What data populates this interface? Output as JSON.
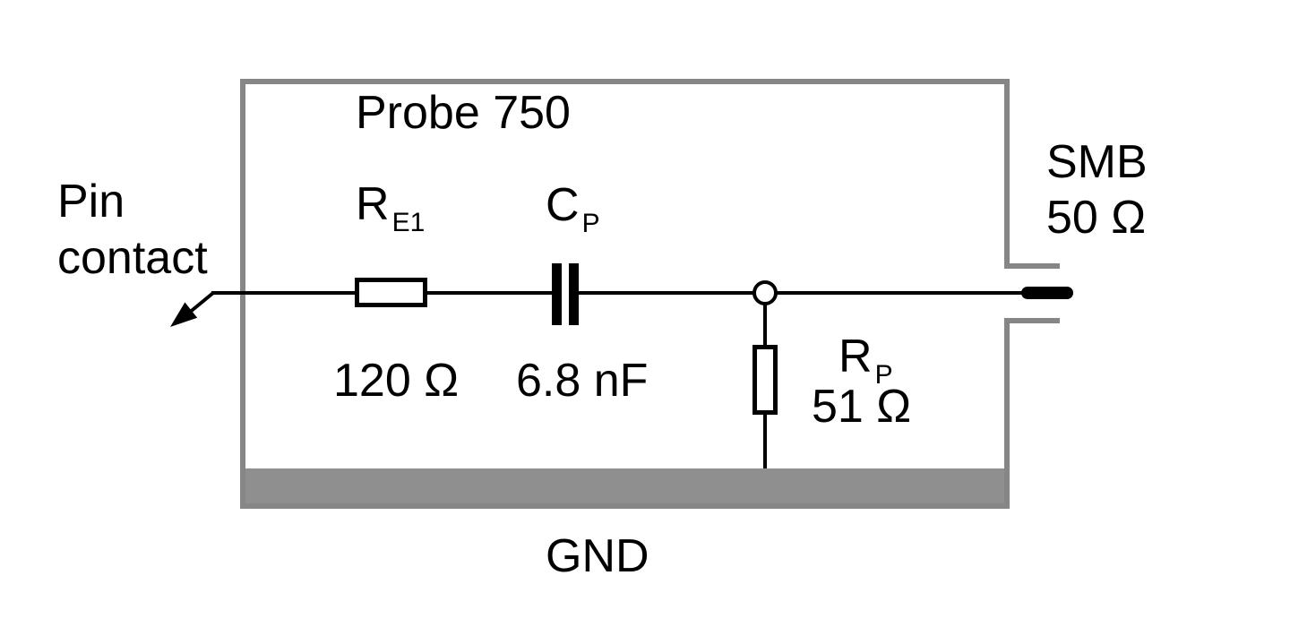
{
  "title": "Probe 750",
  "pin_contact": {
    "line1": "Pin",
    "line2": "contact"
  },
  "components": {
    "re1": {
      "symbol": "R",
      "subscript": "E1",
      "value": "120 Ω",
      "type": "resistor"
    },
    "cp": {
      "symbol": "C",
      "subscript": "P",
      "value": "6.8 nF",
      "type": "capacitor"
    },
    "rp": {
      "symbol": "R",
      "subscript": "P",
      "value": "51 Ω",
      "type": "resistor"
    }
  },
  "connector": {
    "type": "SMB",
    "impedance": "50 Ω"
  },
  "ground": {
    "label": "GND"
  },
  "colors": {
    "outline_gray": "#868686",
    "ground_bar_gray": "#8f8f8f",
    "wire_black": "#000000",
    "background": "#ffffff"
  }
}
